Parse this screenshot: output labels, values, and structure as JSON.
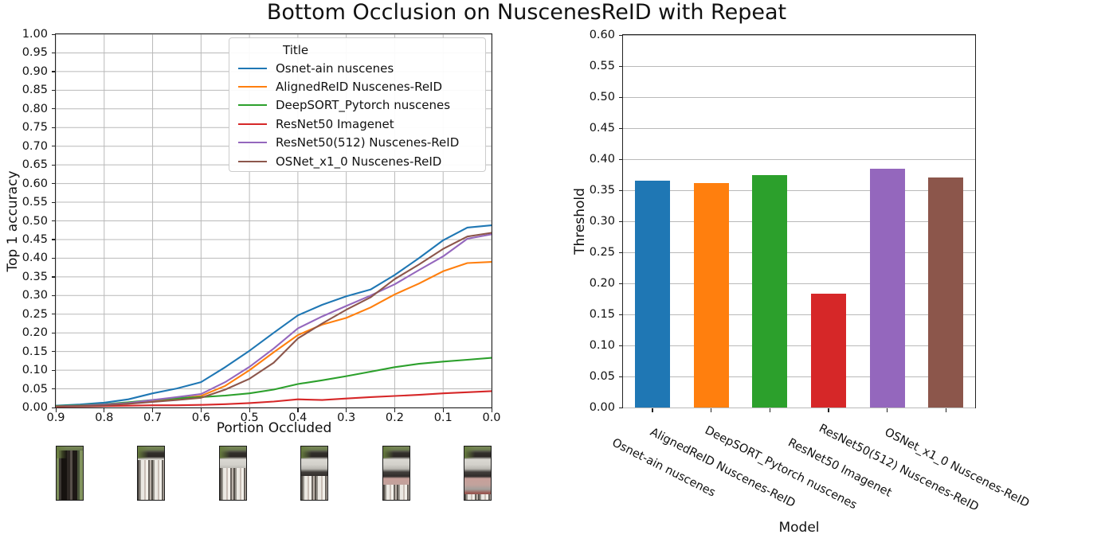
{
  "title": "Bottom Occlusion on NuscenesReID with Repeat",
  "palette": [
    "#1f77b4",
    "#ff7f0e",
    "#2ca02c",
    "#d62728",
    "#9467bd",
    "#8c564b"
  ],
  "chart_data": [
    {
      "type": "line",
      "title": "",
      "xlabel": "Portion Occluded",
      "ylabel": "Top 1 accuracy",
      "xlim": [
        0.9,
        0.0
      ],
      "ylim": [
        0.0,
        1.0
      ],
      "x_axis_reversed": true,
      "grid": true,
      "xticks": [
        "0.9",
        "0.8",
        "0.7",
        "0.6",
        "0.5",
        "0.4",
        "0.3",
        "0.2",
        "0.1",
        "0.0"
      ],
      "yticks": [
        "0.00",
        "0.05",
        "0.10",
        "0.15",
        "0.20",
        "0.25",
        "0.30",
        "0.35",
        "0.40",
        "0.45",
        "0.50",
        "0.55",
        "0.60",
        "0.65",
        "0.70",
        "0.75",
        "0.80",
        "0.85",
        "0.90",
        "0.95",
        "1.00"
      ],
      "legend": {
        "title": "Title",
        "position": "upper center"
      },
      "x": [
        0.9,
        0.85,
        0.8,
        0.75,
        0.7,
        0.65,
        0.6,
        0.55,
        0.5,
        0.45,
        0.4,
        0.35,
        0.3,
        0.25,
        0.2,
        0.15,
        0.1,
        0.05,
        0.0
      ],
      "series": [
        {
          "name": "Osnet-ain nuscenes",
          "color": "#1f77b4",
          "values": [
            0.005,
            0.008,
            0.013,
            0.022,
            0.038,
            0.051,
            0.068,
            0.108,
            0.152,
            0.2,
            0.247,
            0.275,
            0.298,
            0.316,
            0.355,
            0.4,
            0.448,
            0.482,
            0.488
          ]
        },
        {
          "name": "AlignedReID Nuscenes-ReID",
          "color": "#ff7f0e",
          "values": [
            0.003,
            0.005,
            0.007,
            0.011,
            0.017,
            0.024,
            0.031,
            0.058,
            0.1,
            0.148,
            0.194,
            0.222,
            0.24,
            0.268,
            0.303,
            0.332,
            0.365,
            0.387,
            0.39
          ]
        },
        {
          "name": "DeepSORT_Pytorch nuscenes",
          "color": "#2ca02c",
          "values": [
            0.004,
            0.006,
            0.009,
            0.014,
            0.02,
            0.025,
            0.028,
            0.032,
            0.038,
            0.048,
            0.063,
            0.073,
            0.084,
            0.096,
            0.108,
            0.117,
            0.123,
            0.128,
            0.133
          ]
        },
        {
          "name": "ResNet50 Imagenet",
          "color": "#d62728",
          "values": [
            0.002,
            0.003,
            0.004,
            0.005,
            0.006,
            0.006,
            0.007,
            0.009,
            0.012,
            0.016,
            0.022,
            0.02,
            0.024,
            0.028,
            0.031,
            0.034,
            0.038,
            0.041,
            0.044
          ]
        },
        {
          "name": "ResNet50(512) Nuscenes-ReID",
          "color": "#9467bd",
          "values": [
            0.003,
            0.005,
            0.008,
            0.012,
            0.02,
            0.028,
            0.036,
            0.068,
            0.109,
            0.158,
            0.212,
            0.244,
            0.272,
            0.3,
            0.33,
            0.368,
            0.405,
            0.452,
            0.464
          ]
        },
        {
          "name": "OSNet_x1_0 Nuscenes-ReID",
          "color": "#8c564b",
          "values": [
            0.003,
            0.004,
            0.006,
            0.01,
            0.015,
            0.02,
            0.026,
            0.048,
            0.077,
            0.12,
            0.185,
            0.225,
            0.262,
            0.295,
            0.344,
            0.383,
            0.425,
            0.458,
            0.468
          ]
        }
      ]
    },
    {
      "type": "bar",
      "title": "",
      "xlabel": "Model",
      "ylabel": "Threshold",
      "ylim": [
        0.0,
        0.6
      ],
      "grid": true,
      "yticks": [
        "0.00",
        "0.05",
        "0.10",
        "0.15",
        "0.20",
        "0.25",
        "0.30",
        "0.35",
        "0.40",
        "0.45",
        "0.50",
        "0.55",
        "0.60"
      ],
      "categories": [
        "Osnet-ain nuscenes",
        "AlignedReID Nuscenes-ReID",
        "DeepSORT_Pytorch nuscenes",
        "ResNet50 Imagenet",
        "ResNet50(512) Nuscenes-ReID",
        "OSNet_x1_0 Nuscenes-ReID"
      ],
      "values": [
        0.365,
        0.362,
        0.375,
        0.183,
        0.385,
        0.37
      ],
      "colors": [
        "#1f77b4",
        "#ff7f0e",
        "#2ca02c",
        "#d62728",
        "#9467bd",
        "#8c564b"
      ]
    }
  ],
  "thumbnails": {
    "description": "person crops with increasing bottom occlusion (repeat-streak fill), most occluded at left",
    "occluded_portions": [
      0.92,
      0.75,
      0.6,
      0.45,
      0.28,
      0.1
    ]
  }
}
